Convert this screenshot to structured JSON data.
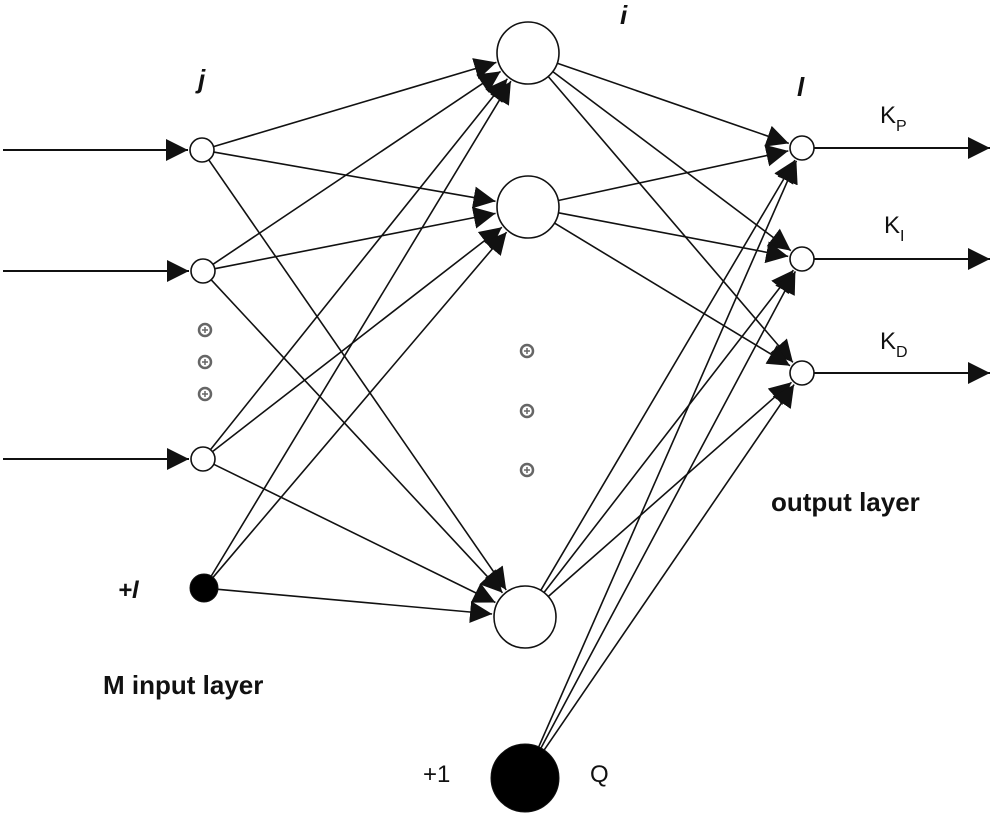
{
  "labels": {
    "input_index": "j",
    "hidden_index": "i",
    "output_index": "l",
    "input_bias": "+l",
    "input_layer": "M input layer",
    "output_layer": "output layer",
    "hidden_bias": "+1",
    "hidden_bias_name": "Q"
  },
  "outputs": [
    {
      "main": "K",
      "sub": "P"
    },
    {
      "main": "K",
      "sub": "I"
    },
    {
      "main": "K",
      "sub": "D"
    }
  ],
  "colors": {
    "stroke": "#111111",
    "node_fill": "#ffffff",
    "bias_fill": "#000000",
    "ellipsis": "#666666"
  }
}
